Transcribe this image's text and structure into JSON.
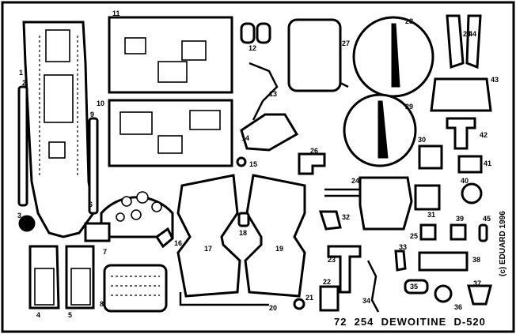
{
  "fret": {
    "caption": "72  254  DEWOITINE  D-520",
    "copyright": "(c) EDUARD 1996",
    "colors": {
      "metal": "#ffffff",
      "outline": "#000000"
    }
  },
  "labels": {
    "p1": "1",
    "p2": "2",
    "p3": "3",
    "p4": "4",
    "p5": "5",
    "p6": "6",
    "p7": "7",
    "p8": "8",
    "p9": "9",
    "p10": "10",
    "p11": "11",
    "p12": "12",
    "p13": "13",
    "p14": "14",
    "p15": "15",
    "p16": "16",
    "p17": "17",
    "p18": "18",
    "p19": "19",
    "p20": "20",
    "p21": "21",
    "p22": "22",
    "p23": "23",
    "p24a": "24",
    "p24b": "24",
    "p25": "25",
    "p26": "26",
    "p27": "27",
    "p28": "28",
    "p29": "29",
    "p30": "30",
    "p31": "31",
    "p32": "32",
    "p33": "33",
    "p34": "34",
    "p35": "35",
    "p36": "36",
    "p37": "37",
    "p38": "38",
    "p39": "39",
    "p40": "40",
    "p41": "41",
    "p42": "42",
    "p43": "43",
    "p44": "44",
    "p45": "45"
  }
}
